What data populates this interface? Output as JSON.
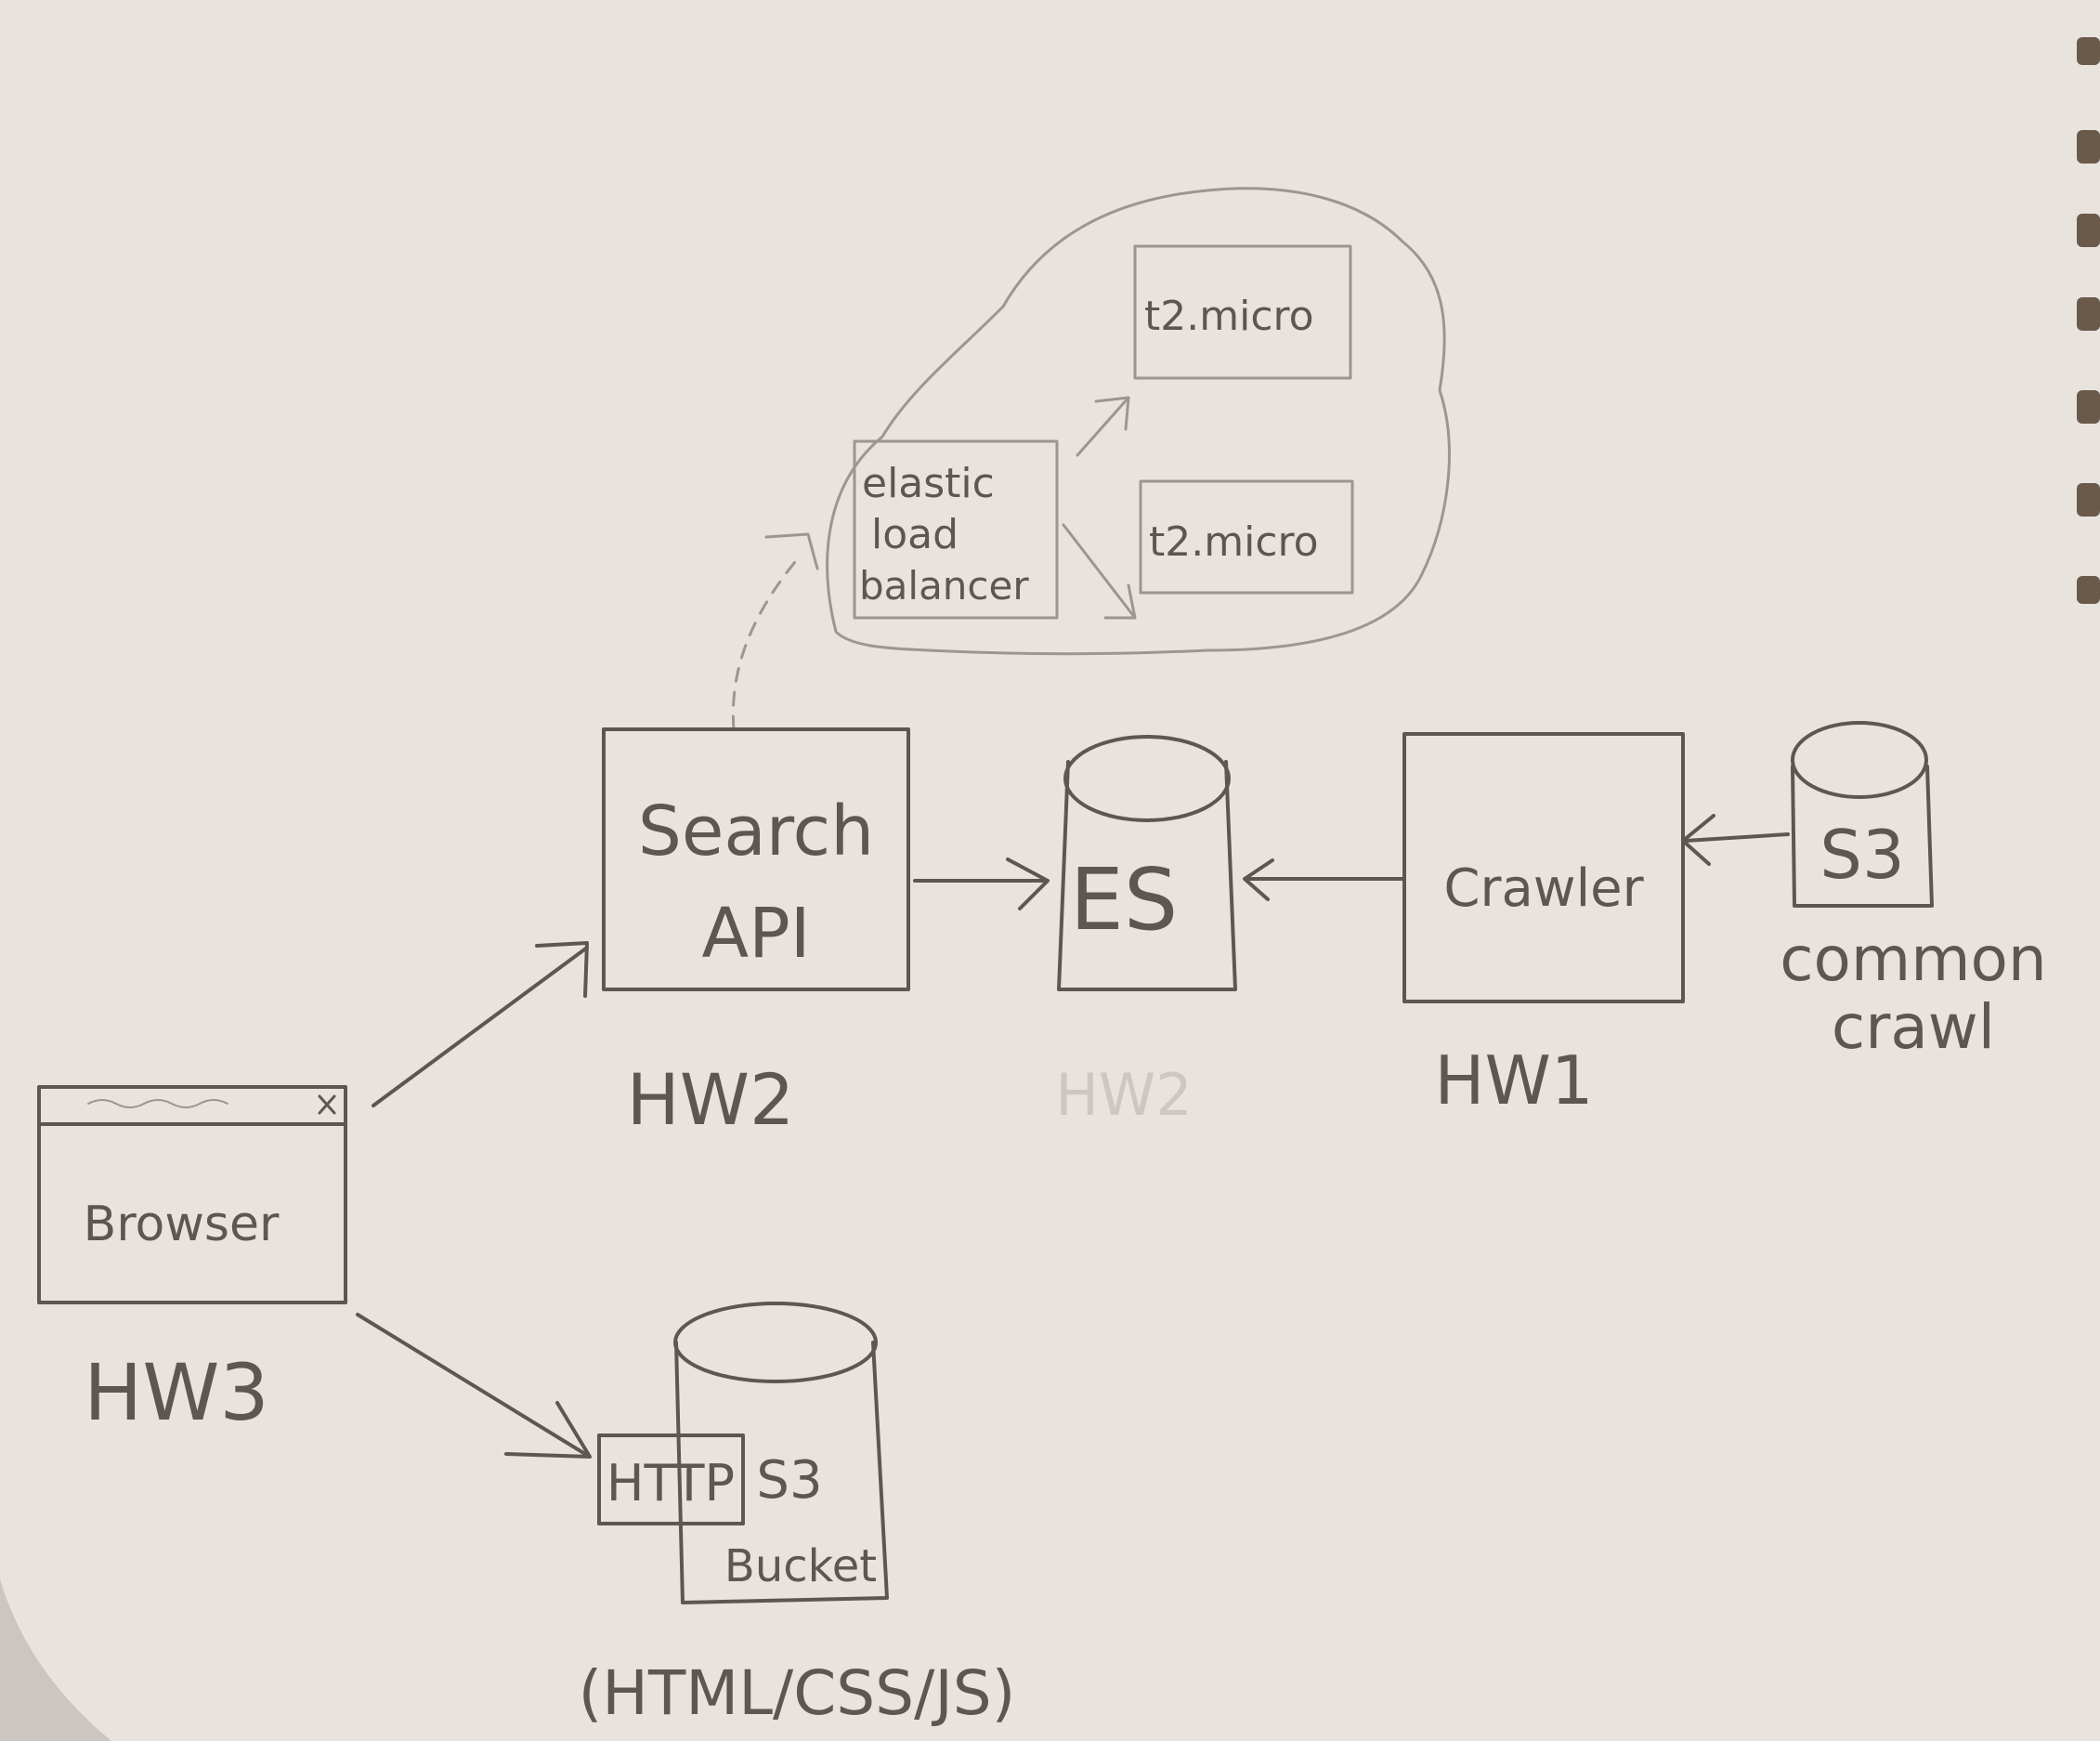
{
  "nodes": {
    "browser": {
      "label": "Browser",
      "caption": "HW3"
    },
    "search_api": {
      "label_line1": "Search",
      "label_line2": "API",
      "caption": "HW2"
    },
    "es": {
      "label": "ES",
      "caption": "HW2"
    },
    "crawler": {
      "label": "Crawler",
      "caption": "HW1"
    },
    "s3_source": {
      "label": "S3",
      "caption_line1": "common",
      "caption_line2": "crawl"
    },
    "s3_bucket": {
      "http_label": "HTTP",
      "label_line1": "S3",
      "label_line2": "Bucket",
      "caption": "(HTML/CSS/JS)"
    },
    "elb": {
      "line1": "elastic",
      "line2": "load",
      "line3": "balancer"
    },
    "ec2_top": {
      "label": "t2.micro"
    },
    "ec2_bottom": {
      "label": "t2.micro"
    }
  },
  "edges": [
    {
      "from": "browser",
      "to": "search_api",
      "style": "solid"
    },
    {
      "from": "browser",
      "to": "s3_bucket",
      "style": "solid"
    },
    {
      "from": "search_api",
      "to": "es",
      "style": "solid"
    },
    {
      "from": "crawler",
      "to": "es",
      "style": "solid"
    },
    {
      "from": "s3_source",
      "to": "crawler",
      "style": "solid"
    },
    {
      "from": "search_api",
      "to": "elb",
      "style": "dashed"
    },
    {
      "from": "elb",
      "to": "ec2_top",
      "style": "solid"
    },
    {
      "from": "elb",
      "to": "ec2_bottom",
      "style": "solid"
    }
  ],
  "colors": {
    "paper": "#e9e3de",
    "pencil": "#5c5752",
    "faint": "#cdc7c2"
  }
}
